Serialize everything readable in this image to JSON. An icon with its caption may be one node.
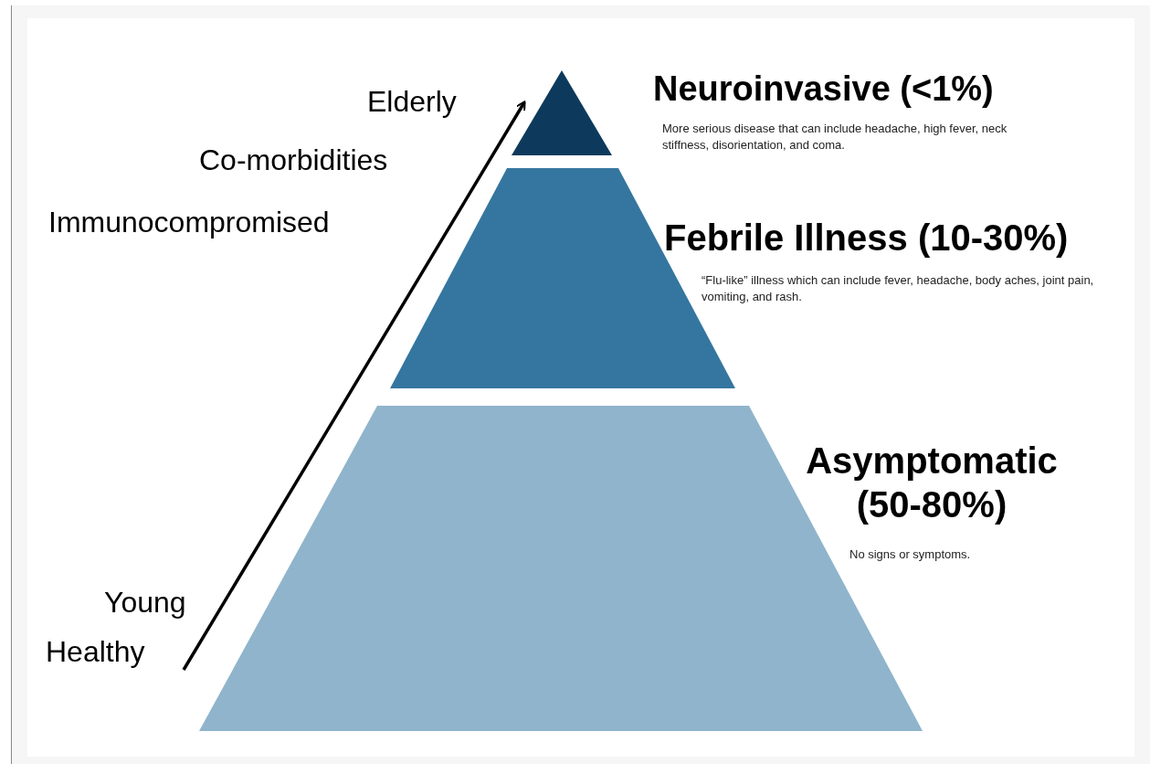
{
  "diagram": {
    "nodes": [
      {
        "text": [
          "Neuroinvasive (<1%)"
        ]
      },
      {
        "text": [
          "Febrile Illness (10-30%)"
        ],
        "beside": [
          "“Flu-like” illness which can include fever, headache, body aches, joint pain, vomiting, and rash."
        ]
      },
      {
        "text": [
          "Asymptomatic (50-80%)"
        ],
        "beside": [
          "No signs or symptoms."
        ]
      }
    ],
    "labels": [
      "Elderly",
      "More serious disease that can include headache, high fever, neck stiffness, disorientation, and coma.",
      "Co-morbidities",
      "Immunocompromised",
      "Young",
      "Healthy"
    ]
  }
}
